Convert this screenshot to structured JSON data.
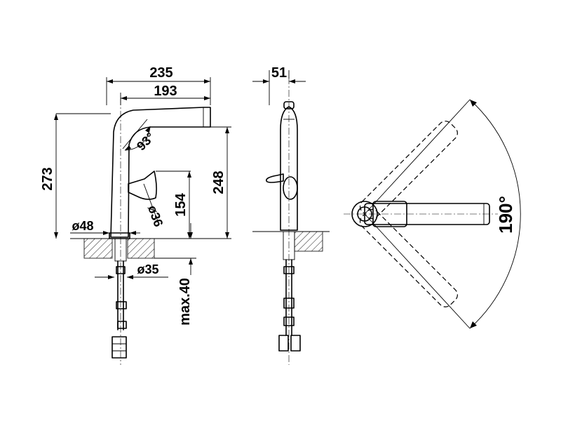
{
  "drawing": {
    "front_view": {
      "dimensions": {
        "width_total": "235",
        "spout_reach": "193",
        "spout_angle": "93°",
        "height_total": "273",
        "spout_height": "248",
        "lever_height": "154",
        "base_diameter": "ø48",
        "lever_diameter": "ø36",
        "hole_diameter": "ø35",
        "max_thickness": "max.40"
      }
    },
    "side_view": {
      "dimensions": {
        "body_width": "51"
      }
    },
    "top_view": {
      "dimensions": {
        "swivel_angle": "190°"
      }
    }
  }
}
